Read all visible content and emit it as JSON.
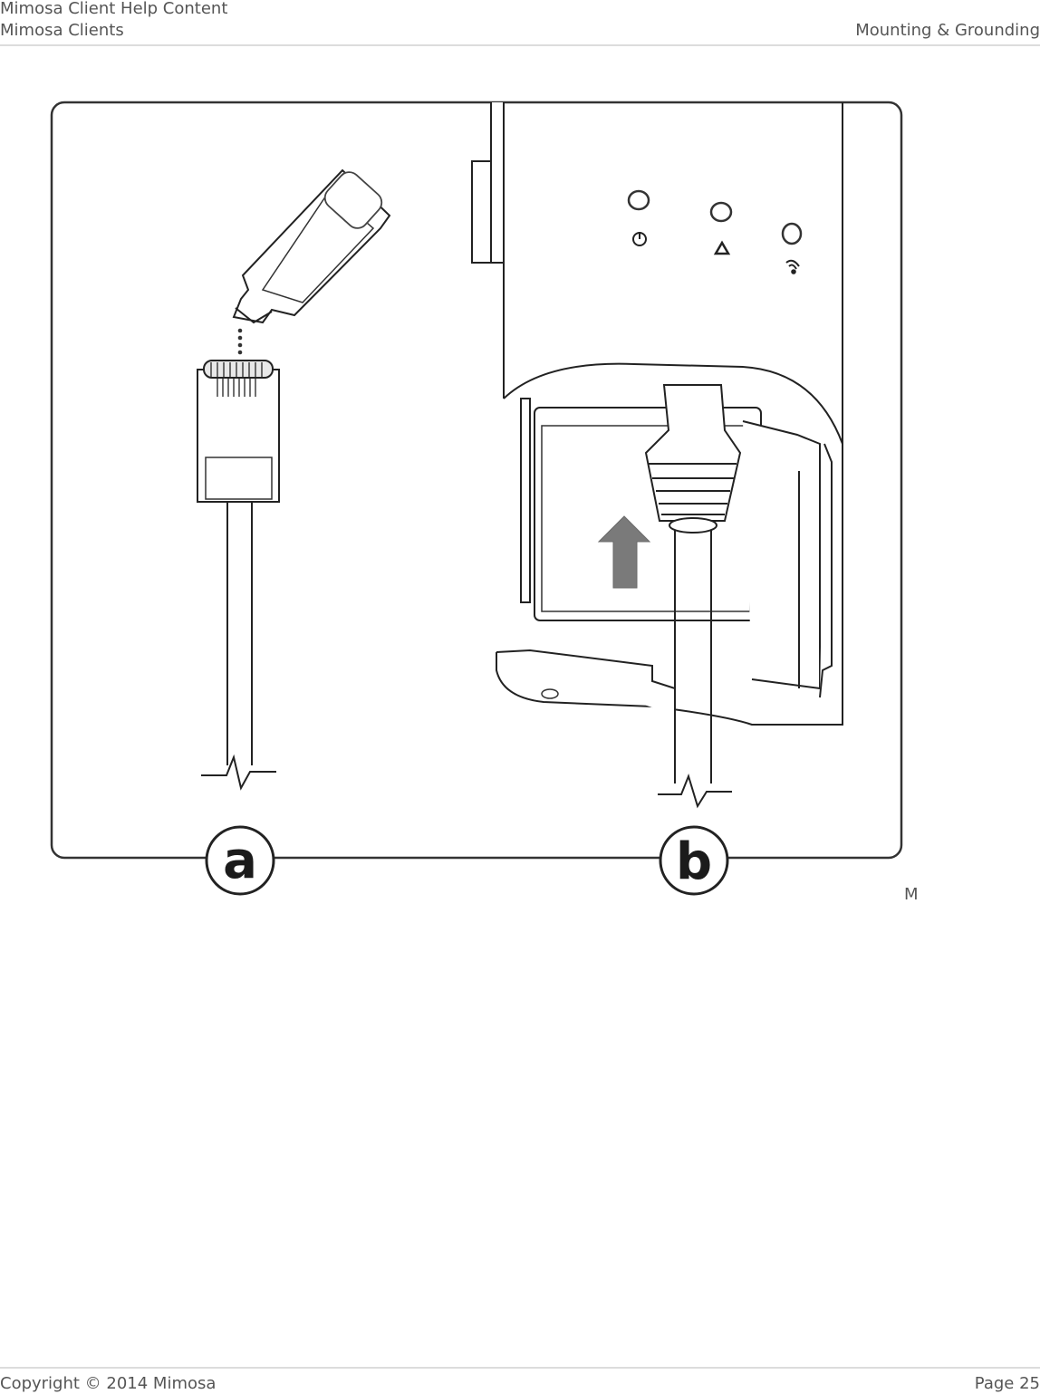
{
  "header": {
    "doc_title": "Mimosa Client Help Content",
    "section": "Mimosa Clients",
    "chapter": "Mounting & Grounding"
  },
  "figure": {
    "label_a": "a",
    "label_b": "b",
    "trailing_text": "M"
  },
  "footer": {
    "copyright": "Copyright © 2014 Mimosa",
    "page": "Page 25"
  }
}
